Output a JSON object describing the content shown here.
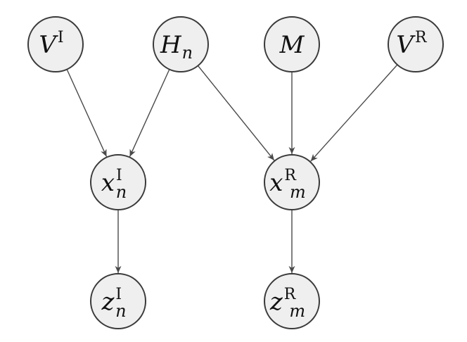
{
  "diagram": {
    "nodes": [
      {
        "id": "VI",
        "base": "V",
        "sup": "I",
        "sub": ""
      },
      {
        "id": "Hn",
        "base": "H",
        "sup": "",
        "sub": "n"
      },
      {
        "id": "M",
        "base": "M",
        "sup": "",
        "sub": ""
      },
      {
        "id": "VR",
        "base": "V",
        "sup": "R",
        "sub": ""
      },
      {
        "id": "xnI",
        "base": "x",
        "sup": "I",
        "sub": "n"
      },
      {
        "id": "xmR",
        "base": "x",
        "sup": "R",
        "sub": "m"
      },
      {
        "id": "znI",
        "base": "z",
        "sup": "I",
        "sub": "n"
      },
      {
        "id": "zmR",
        "base": "z",
        "sup": "R",
        "sub": "m"
      }
    ],
    "edges": [
      {
        "from": "VI",
        "to": "xnI"
      },
      {
        "from": "Hn",
        "to": "xnI"
      },
      {
        "from": "Hn",
        "to": "xmR"
      },
      {
        "from": "M",
        "to": "xmR"
      },
      {
        "from": "VR",
        "to": "xmR"
      },
      {
        "from": "xnI",
        "to": "znI"
      },
      {
        "from": "xmR",
        "to": "zmR"
      }
    ]
  }
}
